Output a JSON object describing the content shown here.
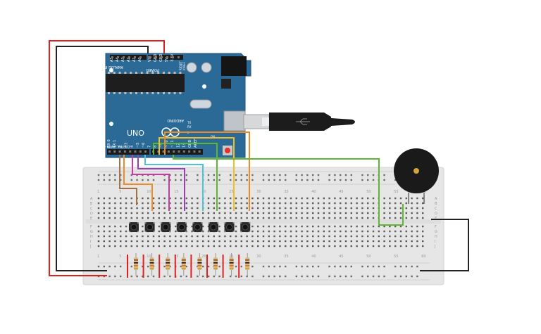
{
  "arduino": {
    "model": "UNO",
    "brand": "ARDUINO",
    "analog_header": "ANALOG IN",
    "power_header": "POWER",
    "digital_header": "DIGITAL (PWM ~)",
    "reset_label": "RESET",
    "ioref_label": "IOREF",
    "analog_pins": [
      "A5",
      "A4",
      "A3",
      "A2",
      "A1",
      "A0"
    ],
    "power_pins": [
      "VIN",
      "GND",
      "GND",
      "5V",
      "3.3V"
    ],
    "digital_pins": [
      "RX 0",
      "TX 1",
      "2",
      "~3",
      "4",
      "~5",
      "~6",
      "7",
      "8",
      "~9",
      "~10",
      "~11",
      "12",
      "13",
      "GND",
      "AREF"
    ],
    "led_labels": [
      "TX",
      "RX",
      "L"
    ],
    "on_label": "ON",
    "board_color": "#2b6a96"
  },
  "breadboard": {
    "column_numbers": [
      "1",
      "5",
      "10",
      "15",
      "20",
      "25",
      "30",
      "35",
      "40",
      "45",
      "50",
      "55",
      "60"
    ],
    "row_letters_top": [
      "A",
      "B",
      "C",
      "D",
      "E"
    ],
    "row_letters_bottom": [
      "F",
      "G",
      "H",
      "I",
      "J"
    ],
    "background": "#eaeaea"
  },
  "components": {
    "pushbuttons": 8,
    "resistors": 8,
    "buzzer": "piezo",
    "usb_cable": "USB-B"
  },
  "wire_colors": {
    "power": "#e02020",
    "ground": "#222222",
    "brown": "#a0724a",
    "orange": "#f08a24",
    "purple": "#9b3fb0",
    "magenta": "#d038a0",
    "cyan": "#4ec3d8",
    "green": "#5cb830",
    "yellow": "#f0c020",
    "resistor_leg": "#e02020"
  }
}
